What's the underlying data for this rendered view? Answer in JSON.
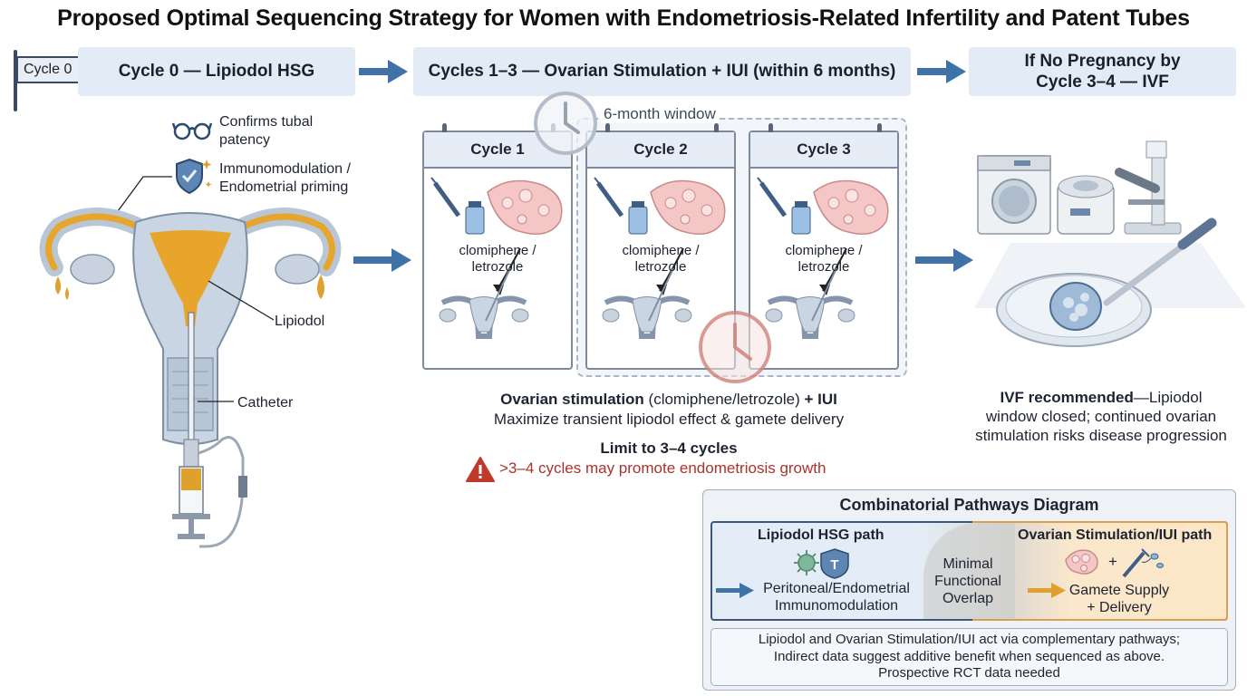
{
  "title": "Proposed Optimal Sequencing Strategy for Women with Endometriosis-Related Infertility and Patent Tubes",
  "flag_label": "Cycle 0",
  "stages": {
    "stage0": "Cycle 0 — Lipiodol HSG",
    "stage1": "Cycles 1–3 — Ovarian Stimulation + IUI (within 6 months)",
    "stage2_line1": "If No Pregnancy by",
    "stage2_line2": "Cycle 3–4 — IVF"
  },
  "hsg": {
    "benefit1_line1": "Confirms tubal",
    "benefit1_line2": "patency",
    "benefit2_line1": "Immunomodulation /",
    "benefit2_line2": "Endometrial priming",
    "lipiodol_label": "Lipiodol",
    "catheter_label": "Catheter",
    "icons": [
      "glasses-icon",
      "shield-icon"
    ]
  },
  "window_label": "6-month window",
  "cycles": [
    {
      "title": "Cycle 1",
      "drug_line1": "clomiphene /",
      "drug_line2": "letrozole"
    },
    {
      "title": "Cycle 2",
      "drug_line1": "clomiphene /",
      "drug_line2": "letrozole"
    },
    {
      "title": "Cycle 3",
      "drug_line1": "clomiphene /",
      "drug_line2": "letrozole"
    }
  ],
  "stimulation": {
    "line1_bold": "Ovarian stimulation",
    "line1_normal": " (clomiphene/letrozole) ",
    "line1_bold2": "+ IUI",
    "line2": "Maximize transient lipiodol effect & gamete delivery",
    "limit": "Limit to 3–4 cycles",
    "warning": ">3–4 cycles may promote endometriosis growth"
  },
  "ivf": {
    "bold": "IVF recommended",
    "rest1": "—Lipiodol",
    "rest2": "window closed; continued ovarian",
    "rest3": "stimulation risks disease progression"
  },
  "combinatorial": {
    "title": "Combinatorial Pathways Diagram",
    "left_head": "Lipiodol HSG path",
    "left_line1": "Peritoneal/Endometrial",
    "left_line2": "Immunomodulation",
    "overlap_line1": "Minimal",
    "overlap_line2": "Functional",
    "overlap_line3": "Overlap",
    "right_head": "Ovarian Stimulation/IUI path",
    "right_line1": "Gamete Supply",
    "right_line2": "+ Delivery",
    "plus": "+",
    "t_cell_letter": "T",
    "note_line1": "Lipiodol and Ovarian Stimulation/IUI act via complementary pathways;",
    "note_line2": "Indirect data suggest additive benefit when sequenced as above.",
    "note_line3": "Prospective RCT data needed"
  },
  "colors": {
    "accent_blue": "#3f72a6",
    "lipiodol_orange": "#e0a02c",
    "warning_red": "#c0392b",
    "stage_fill": "#e3ecf6"
  }
}
